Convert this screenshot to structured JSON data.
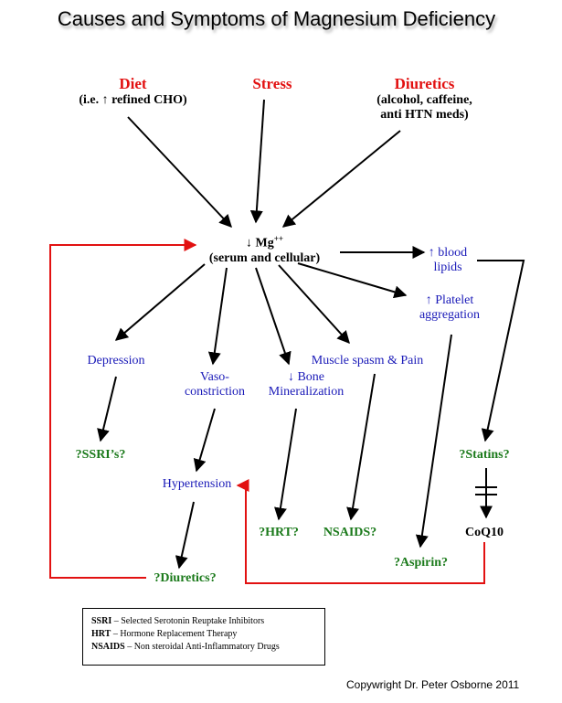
{
  "title": "Causes and Symptoms of Magnesium Deficiency",
  "causes": {
    "diet": {
      "label": "Diet",
      "detail": "(i.e. ↑ refined CHO)"
    },
    "stress": {
      "label": "Stress"
    },
    "diuretics": {
      "label": "Diuretics",
      "detail_line1": "(alcohol, caffeine,",
      "detail_line2": "anti HTN meds)"
    }
  },
  "center": {
    "line1": "↓ Mg",
    "superscript": "++",
    "line2": "(serum and cellular)"
  },
  "effects": {
    "blood_lipids": {
      "line1": "↑ blood",
      "line2": "lipids"
    },
    "platelet": {
      "line1": "↑ Platelet",
      "line2": "aggregation"
    },
    "depression": {
      "label": "Depression"
    },
    "vasoconstriction": {
      "line1": "Vaso-",
      "line2": "constriction"
    },
    "bone": {
      "line1": "↓ Bone",
      "line2": "Mineralization"
    },
    "muscle": {
      "label": "Muscle spasm & Pain"
    },
    "hypertension": {
      "label": "Hypertension"
    },
    "coq10": {
      "label": "CoQ10"
    }
  },
  "treatments": {
    "ssri": "?SSRI’s?",
    "statins": "?Statins?",
    "hrt": "?HRT?",
    "nsaids": "NSAIDS?",
    "aspirin": "?Aspirin?",
    "diuretics": "?Diuretics?"
  },
  "legend": [
    {
      "abbr": "SSRI",
      "definition": " – Selected Serotonin Reuptake Inhibitors"
    },
    {
      "abbr": "HRT",
      "definition": " – Hormone Replacement Therapy"
    },
    {
      "abbr": "NSAIDS",
      "definition": " – Non steroidal Anti-Inflammatory Drugs"
    }
  ],
  "copyright": "Copywright Dr. Peter Osborne 2011",
  "colors": {
    "cause": "#e21111",
    "effect": "#1a1ab8",
    "treatment": "#1b7a1b",
    "feedback": "#e21111",
    "arrow": "#000000"
  }
}
